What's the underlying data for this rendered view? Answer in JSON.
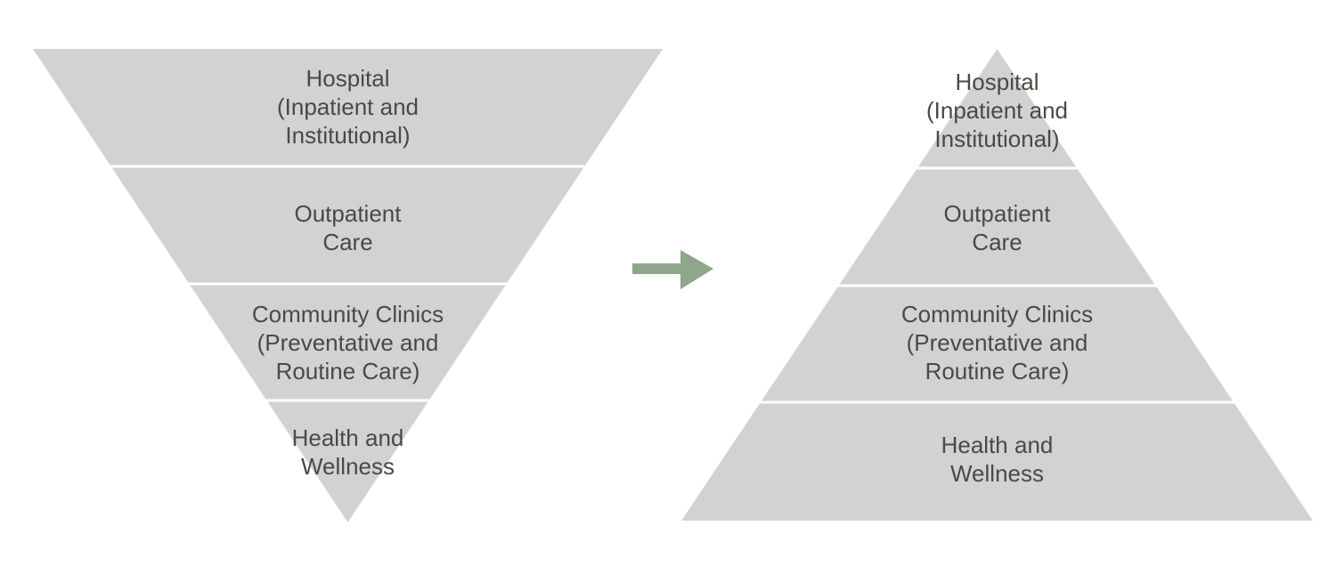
{
  "colors": {
    "tier_fill": "#d1d2d4",
    "tier_text": "#4a4a42",
    "separator": "#ffffff",
    "arrow": "#8fa68c",
    "background": "#ffffff"
  },
  "arrow_icon": "right-arrow-icon",
  "inverted_pyramid": {
    "tiers": [
      {
        "lines": [
          "Hospital",
          "(Inpatient and",
          "Institutional)"
        ]
      },
      {
        "lines": [
          "Outpatient",
          "Care"
        ]
      },
      {
        "lines": [
          "Community Clinics",
          "(Preventative and",
          "Routine Care)"
        ]
      },
      {
        "lines": [
          "Health and",
          "Wellness"
        ]
      }
    ]
  },
  "upright_pyramid": {
    "tiers": [
      {
        "lines": [
          "Hospital",
          "(Inpatient and",
          "Institutional)"
        ]
      },
      {
        "lines": [
          "Outpatient",
          "Care"
        ]
      },
      {
        "lines": [
          "Community Clinics",
          "(Preventative and",
          "Routine Care)"
        ]
      },
      {
        "lines": [
          "Health and",
          "Wellness"
        ]
      }
    ]
  }
}
